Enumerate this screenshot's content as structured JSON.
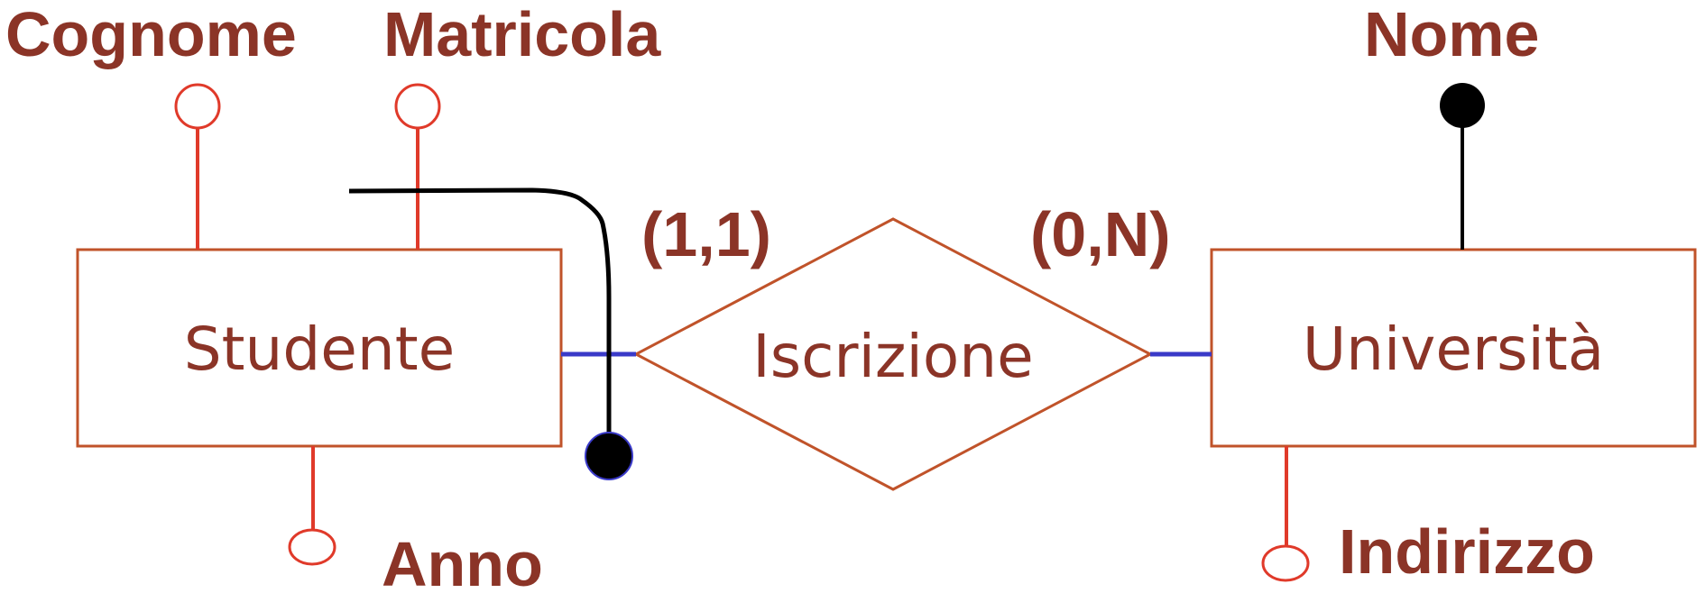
{
  "colors": {
    "label": "#8b3427",
    "shape_stroke": "#c0532a",
    "optional_attr": "#e03a2a",
    "relation_link": "#3a3ac8",
    "key_mark": "#000000"
  },
  "entities": {
    "studente": "Studente",
    "universita": "Università"
  },
  "relationship": {
    "iscrizione": "Iscrizione"
  },
  "attributes": {
    "cognome": "Cognome",
    "matricola": "Matricola",
    "anno": "Anno",
    "nome": "Nome",
    "indirizzo": "Indirizzo"
  },
  "cardinalities": {
    "studente_iscrizione": "(1,1)",
    "universita_iscrizione": "(0,N)"
  }
}
